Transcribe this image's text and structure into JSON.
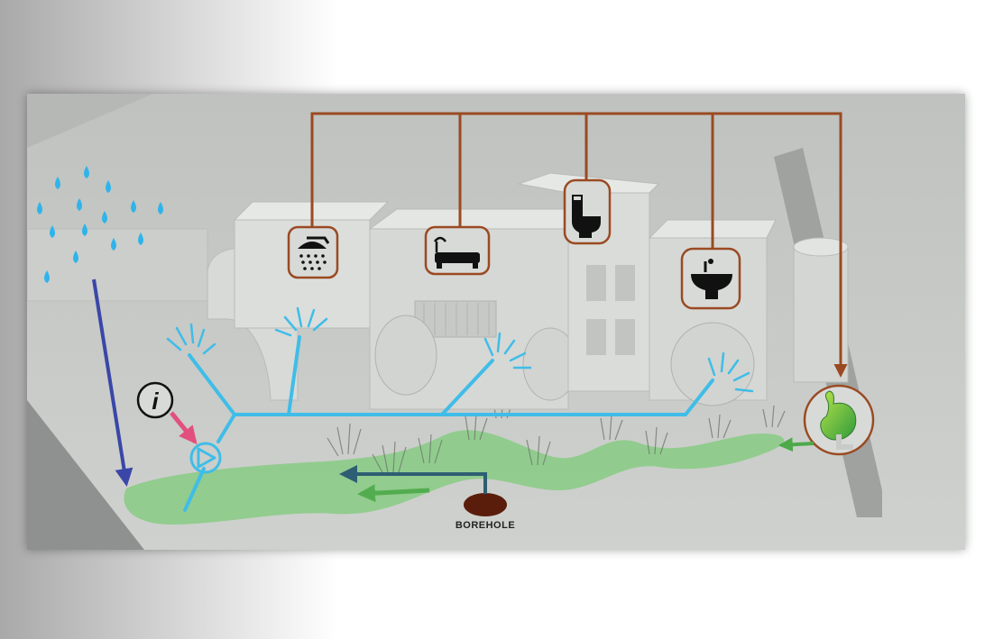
{
  "labels": {
    "borehole": "BOREHOLE",
    "info_glyph": "i"
  },
  "icons": [
    {
      "id": "shower",
      "name": "shower-icon"
    },
    {
      "id": "bathtub",
      "name": "bathtub-icon"
    },
    {
      "id": "toilet",
      "name": "toilet-icon"
    },
    {
      "id": "sink",
      "name": "sink-icon"
    },
    {
      "id": "stomach",
      "name": "stomach-icon"
    },
    {
      "id": "pump",
      "name": "pump-icon"
    },
    {
      "id": "info",
      "name": "info-icon"
    },
    {
      "id": "rain",
      "name": "rain-drops-icon"
    }
  ],
  "colors": {
    "supply_line": "#9a4a22",
    "greywater_pipe": "#3fbde8",
    "rain_arrow": "#3a47a8",
    "borehole_arrow": "#2d5e73",
    "borehole_fill": "#5a1d0b",
    "wetland": "#7ecb7a",
    "info_arrow": "#e2507e",
    "raindrop": "#2fb4ea",
    "building": "#dcdedb",
    "ground": "#c9cbc8"
  }
}
